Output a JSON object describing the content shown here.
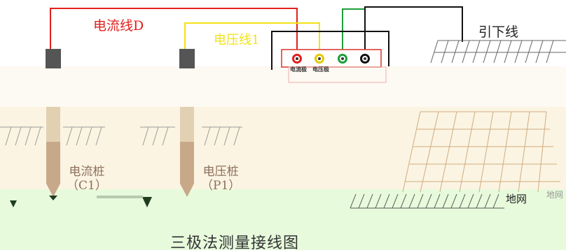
{
  "diagram": {
    "title": "三极法测量接线图",
    "wires": {
      "current": "电流线D",
      "voltage": "电压线1",
      "down_lead": "引下线"
    },
    "stakes": {
      "current": {
        "name": "电流桩",
        "code": "（C1）"
      },
      "voltage": {
        "name": "电压桩",
        "code": "（P1）"
      }
    },
    "ground_grid": "地网",
    "ground_grid_ghost": "地网",
    "instrument": {
      "terminals": [
        "电流极",
        "电压极"
      ]
    },
    "colors": {
      "current_wire": "#e0201c",
      "voltage_wire": "#f2e214",
      "green_wire": "#1e9e3c",
      "black_wire": "#111111",
      "stake_top": "#555555",
      "stake_body": "#d6c2a3",
      "stake_tip": "#c7a98a"
    }
  }
}
